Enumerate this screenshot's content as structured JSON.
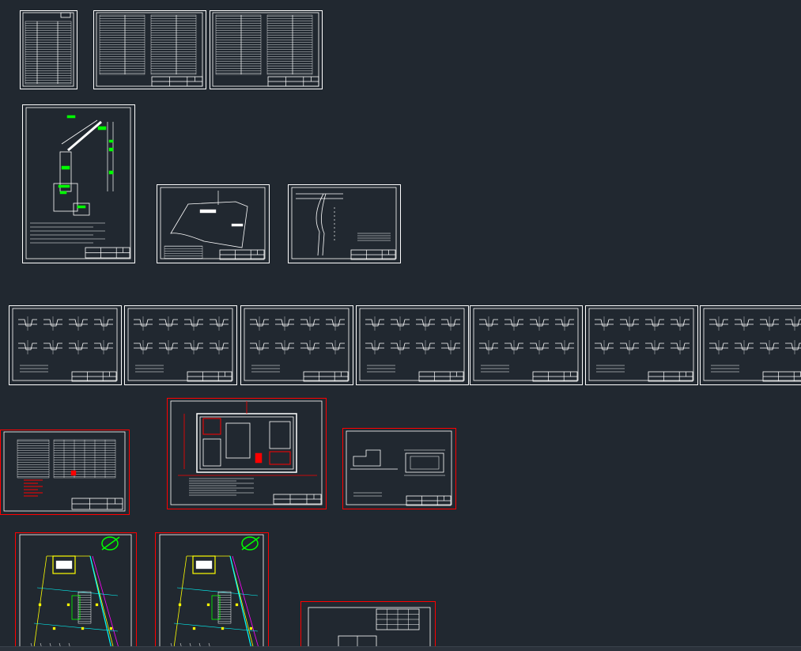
{
  "viewport": {
    "background": "#212830",
    "line_color": "#ffffff",
    "accent_green": "#00ff00",
    "accent_red": "#ff0000",
    "accent_yellow": "#ffff00",
    "accent_cyan": "#00ffff",
    "accent_magenta": "#ff00ff"
  },
  "sheets": [
    {
      "id": "sheet-index",
      "kind": "table",
      "frame": "white"
    },
    {
      "id": "sheet-spec-1",
      "kind": "table-wide",
      "frame": "white"
    },
    {
      "id": "sheet-spec-2",
      "kind": "table-wide",
      "frame": "white"
    },
    {
      "id": "sheet-site-plan",
      "kind": "plan-green",
      "frame": "white"
    },
    {
      "id": "sheet-boundary",
      "kind": "boundary",
      "frame": "white"
    },
    {
      "id": "sheet-route",
      "kind": "route",
      "frame": "white"
    },
    {
      "id": "sheet-sections-1",
      "kind": "sections",
      "frame": "white"
    },
    {
      "id": "sheet-sections-2",
      "kind": "sections",
      "frame": "white"
    },
    {
      "id": "sheet-sections-3",
      "kind": "sections",
      "frame": "white"
    },
    {
      "id": "sheet-sections-4",
      "kind": "sections",
      "frame": "white"
    },
    {
      "id": "sheet-sections-5",
      "kind": "sections",
      "frame": "white"
    },
    {
      "id": "sheet-sections-6",
      "kind": "sections",
      "frame": "white"
    },
    {
      "id": "sheet-sections-7",
      "kind": "sections",
      "frame": "white"
    },
    {
      "id": "sheet-schedule",
      "kind": "schedule",
      "frame": "red"
    },
    {
      "id": "sheet-building-plan",
      "kind": "building",
      "frame": "red"
    },
    {
      "id": "sheet-detail",
      "kind": "detail",
      "frame": "red"
    },
    {
      "id": "sheet-master-plan-1",
      "kind": "masterplan",
      "frame": "red"
    },
    {
      "id": "sheet-master-plan-2",
      "kind": "masterplan",
      "frame": "red"
    },
    {
      "id": "sheet-title-block",
      "kind": "titleblock",
      "frame": "red"
    }
  ]
}
